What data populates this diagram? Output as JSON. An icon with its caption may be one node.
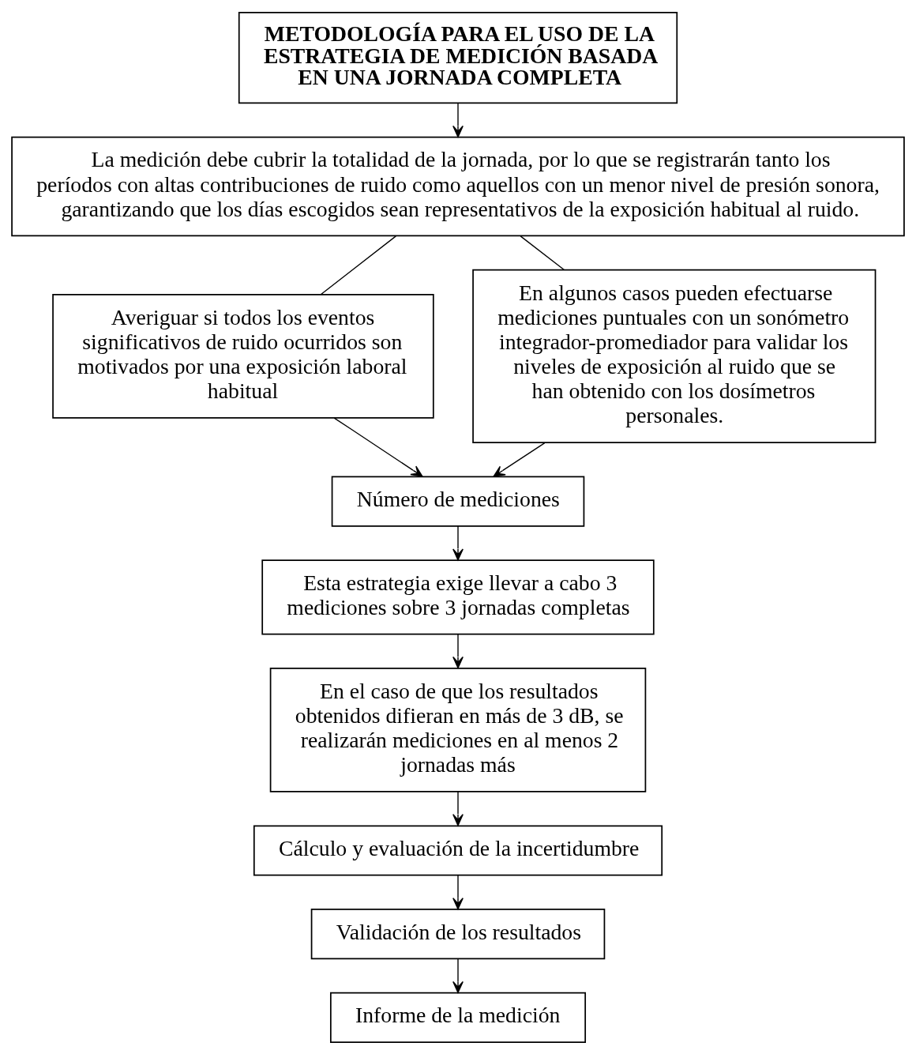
{
  "diagram": {
    "nodes": [
      {
        "text": [
          "METODOLOGÍA PARA EL USO DE LA ESTRATEGIA DE MEDICIÓN BASADA EN UNA JORNADA COMPLETA"
        ]
      },
      {
        "text": [
          "La medición debe cubrir la totalidad de la jornada, por lo que se registrarán tanto los períodos con altas contribuciones de ruido como aquellos con un menor nivel de presión sonora, garantizando que los días escogidos sean representativos de la exposición habitual al ruido."
        ]
      },
      {
        "text": [
          "Averiguar si todos los eventos significativos de ruido ocurridos son motivados por una exposición laboral habitual"
        ]
      },
      {
        "text": [
          "En algunos casos pueden efectuarse mediciones puntuales con un sonómetro integrador-promediador para validar los niveles de exposición al ruido que se han obtenido con los dosímetros personales."
        ]
      },
      {
        "text": [
          "Número de mediciones"
        ]
      },
      {
        "text": [
          "Esta estrategia exige llevar a cabo 3 mediciones sobre 3 jornadas completas"
        ]
      },
      {
        "text": [
          "En el caso de que los resultados obtenidos difieran en más de 3 dB, se realizarán mediciones en al menos 2 jornadas más"
        ]
      },
      {
        "text": [
          "Cálculo y evaluación de la incertidumbre"
        ]
      },
      {
        "text": [
          "Validación de los resultados"
        ]
      },
      {
        "text": [
          "Informe de la medición"
        ]
      }
    ],
    "edges": [
      {
        "from": 0,
        "to": 1,
        "arrow": "to"
      },
      {
        "from": 1,
        "to": 2,
        "arrow": "none"
      },
      {
        "from": 1,
        "to": 3,
        "arrow": "none"
      },
      {
        "from": 2,
        "to": 4,
        "arrow": "to"
      },
      {
        "from": 3,
        "to": 4,
        "arrow": "to"
      },
      {
        "from": 4,
        "to": 5,
        "arrow": "to"
      },
      {
        "from": 5,
        "to": 6,
        "arrow": "to"
      },
      {
        "from": 6,
        "to": 7,
        "arrow": "to"
      },
      {
        "from": 7,
        "to": 8,
        "arrow": "to"
      },
      {
        "from": 8,
        "to": 9,
        "arrow": "to"
      }
    ]
  }
}
